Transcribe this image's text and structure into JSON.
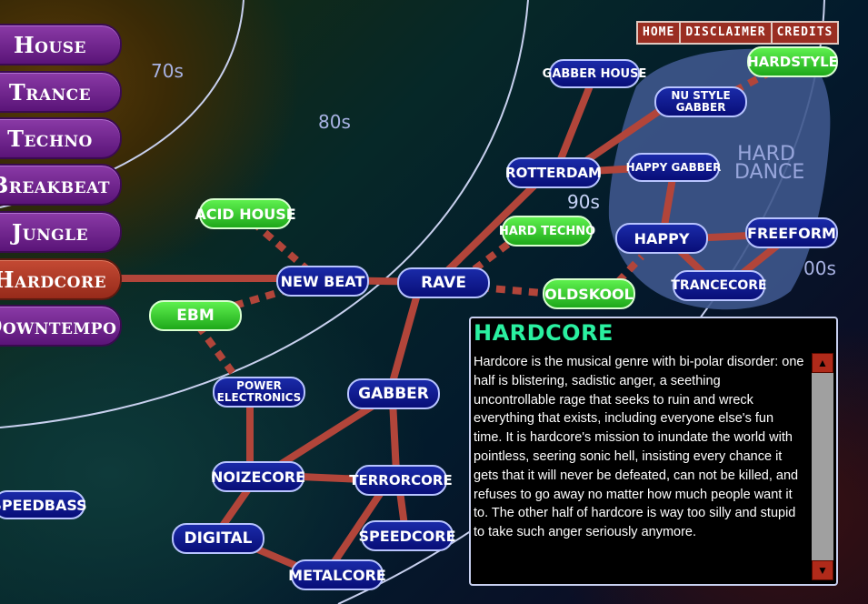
{
  "categories": [
    {
      "label": "House",
      "active": false
    },
    {
      "label": "Trance",
      "active": false
    },
    {
      "label": "Techno",
      "active": false
    },
    {
      "label": "Breakbeat",
      "active": false
    },
    {
      "label": "Jungle",
      "active": false
    },
    {
      "label": "Hardcore",
      "active": true
    },
    {
      "label": "Downtempo",
      "active": false
    }
  ],
  "eras": {
    "e70": "70s",
    "e80": "80s",
    "e90": "90s",
    "e00": "00s"
  },
  "region_label": {
    "line1": "HARD",
    "line2": "DANCE"
  },
  "nav": {
    "home": "HOME",
    "disclaimer": "DISCLAIMER",
    "credits": "CREDITS"
  },
  "genres": {
    "gabber_house": "GABBER HOUSE",
    "nu_style_1": "NU STYLE",
    "nu_style_2": "GABBER",
    "hardstyle": "HARDSTYLE",
    "rotterdam": "ROTTERDAM",
    "happy_gabber": "HAPPY GABBER",
    "hard_techno": "HARD TECHNO",
    "happy": "HAPPY",
    "freeform": "FREEFORM",
    "acid_house": "ACID HOUSE",
    "new_beat": "NEW BEAT",
    "rave": "RAVE",
    "oldskool": "OLDSKOOL",
    "trancecore": "TRANCECORE",
    "ebm": "EBM",
    "power_1": "POWER",
    "power_2": "ELECTRONICS",
    "gabber": "GABBER",
    "noizecore": "NOIZECORE",
    "terrorcore": "TERRORCORE",
    "speedcore": "SPEEDCORE",
    "digital": "DIGITAL",
    "metalcore": "METALCORE",
    "speedbass": "SPEEDBASS"
  },
  "panel": {
    "title": "HARDCORE",
    "text": "Hardcore is the musical genre with bi-polar disorder: one half is blistering, sadistic anger, a seething uncontrollable rage that seeks to ruin and wreck everything that exists, including everyone else's fun time. It is hardcore's mission to inundate the world with pointless, seering sonic hell, insisting every chance it gets that it will never be defeated, can not be killed, and refuses to go away no matter how much people want it to. The other half of hardcore is way too silly and stupid to take such anger seriously anymore."
  },
  "colors": {
    "link": "#b2453a",
    "region": "#3e578c",
    "era_line": "#c8d0ee"
  },
  "icons": {
    "scroll_up": "triangle-up-icon",
    "scroll_down": "triangle-down-icon"
  }
}
